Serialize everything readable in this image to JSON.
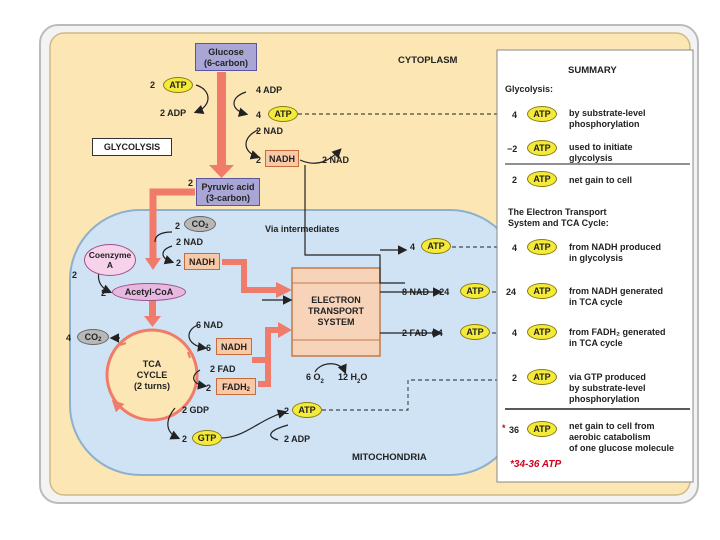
{
  "regions": {
    "cytoplasm": "CYTOPLASM",
    "mitochondria": "MITOCHONDRIA",
    "glycolysis": "GLYCOLYSIS"
  },
  "molecules": {
    "glucose": [
      "Glucose",
      "(6-carbon)"
    ],
    "pyruvic_acid": [
      "Pyruvic acid",
      "(3-carbon)"
    ],
    "coenzyme_a": [
      "Coenzyme",
      "A"
    ],
    "acetyl_coa": "Acetyl-CoA",
    "tca_cycle": [
      "TCA",
      "CYCLE",
      "(2 turns)"
    ],
    "ets": [
      "ELECTRON",
      "TRANSPORT",
      "SYSTEM"
    ],
    "via_intermediates": "Via intermediates",
    "atp": "ATP",
    "nadh": "NADH",
    "fadh2": "FADH",
    "sub2": "2",
    "co2": "CO",
    "gtp": "GTP"
  },
  "labels": {
    "two": "2",
    "four": "4",
    "six": "6",
    "four_adp": "4 ADP",
    "two_adp": "2 ADP",
    "two_nad": "2 NAD",
    "six_nad": "6 NAD",
    "two_fad": "2 FAD",
    "two_gdp": "2 GDP",
    "eight_nad_24": "8 NAD + 24",
    "two_fad_4": "2 FAD +  4",
    "o2_text": "6 O",
    "h2o_text": "12 H",
    "h2o_tail": "O"
  },
  "summary": {
    "title": "SUMMARY",
    "glycolysis_heading": "Glycolysis:",
    "rows": [
      {
        "num": "4",
        "text": [
          "by substrate-level",
          "phosphorylation"
        ]
      },
      {
        "num": "−2",
        "text": [
          "used to initiate",
          "glycolysis"
        ]
      },
      {
        "num": "2",
        "text": [
          "net gain to cell"
        ]
      }
    ],
    "ets_heading": [
      "The Electron Transport",
      "System and TCA Cycle:"
    ],
    "rows2": [
      {
        "num": "4",
        "text": [
          "from NADH produced",
          "in glycolysis"
        ]
      },
      {
        "num": "24",
        "text": [
          "from NADH generated",
          "in TCA cycle"
        ]
      },
      {
        "num": "4",
        "text": [
          "from FADH₂ generated",
          "in TCA cycle"
        ]
      },
      {
        "num": "2",
        "text": [
          "via GTP produced",
          "by substrate-level",
          "phosphorylation"
        ]
      }
    ],
    "total": {
      "num": "36",
      "star": "*",
      "text": [
        "net gain to cell from",
        "aerobic catabolism",
        "of one glucose molecule"
      ]
    },
    "footnote": "*34-36 ATP"
  },
  "colors": {
    "cytoplasm_bg": "#fbe6b4",
    "mito_bg": "#cfe3f5",
    "arrow": "#f07b6a",
    "atp": "#f4ea3a",
    "nadh": "#f7c9a6",
    "purple": "#a9a6d6"
  }
}
